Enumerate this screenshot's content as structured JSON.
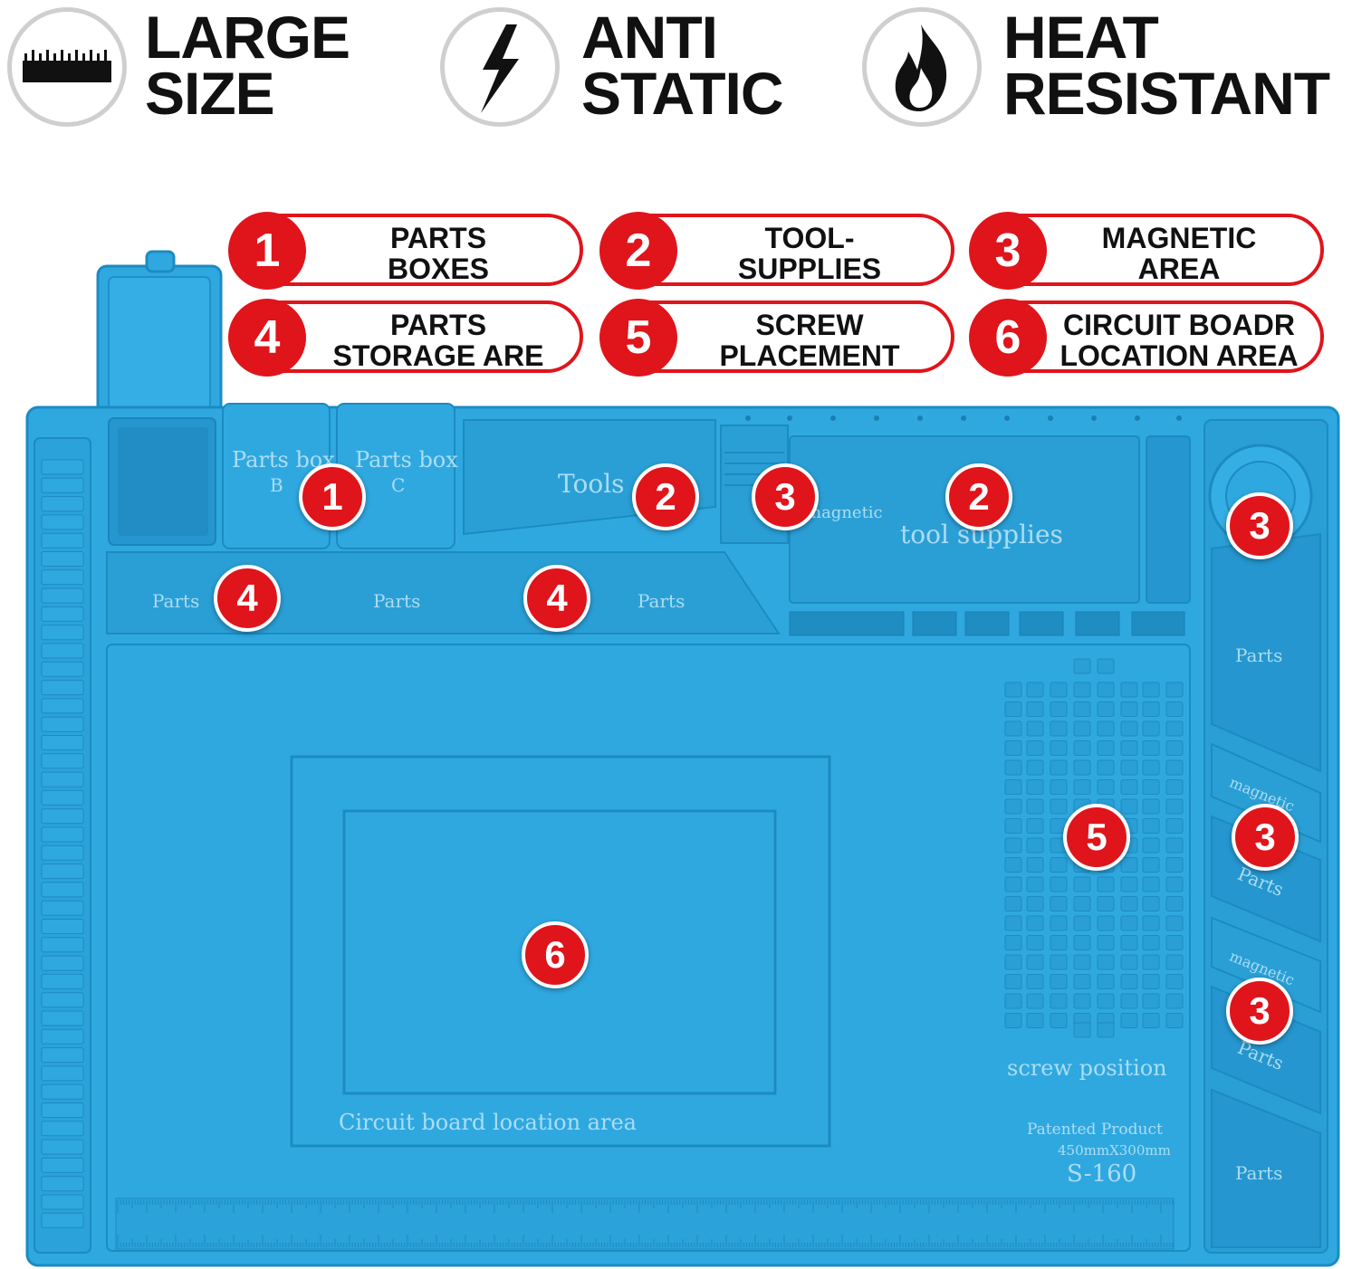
{
  "features": [
    {
      "line1": "LARGE",
      "line2": "SIZE",
      "icon": "ruler-icon"
    },
    {
      "line1": "ANTI",
      "line2": "STATIC",
      "icon": "lightning-icon"
    },
    {
      "line1": "HEAT",
      "line2": "RESISTANT",
      "icon": "flame-icon"
    }
  ],
  "legend": [
    {
      "num": "1",
      "line1": "PARTS",
      "line2": "BOXES"
    },
    {
      "num": "2",
      "line1": "TOOL-",
      "line2": "SUPPLIES"
    },
    {
      "num": "3",
      "line1": "MAGNETIC",
      "line2": "AREA"
    },
    {
      "num": "4",
      "line1": "PARTS",
      "line2": "STORAGE ARE"
    },
    {
      "num": "5",
      "line1": "SCREW",
      "line2": "PLACEMENT"
    },
    {
      "num": "6",
      "line1": "CIRCUIT BOADR",
      "line2": "LOCATION AREA"
    }
  ],
  "mat_labels": {
    "parts_box_b": "Parts box",
    "parts_box_b_letter": "B",
    "parts_box_c": "Parts box",
    "parts_box_c_letter": "C",
    "tools": "Tools",
    "magnetic": "magnetic",
    "tool_supplies": "tool supplies",
    "parts_1": "Parts",
    "parts_2": "Parts",
    "parts_3": "Parts",
    "parts_right_1": "Parts",
    "parts_right_2": "Parts",
    "parts_right_3": "Parts",
    "parts_right_4": "Parts",
    "magnetic_right_1": "magnetic",
    "magnetic_right_2": "magnetic",
    "screw_position": "screw position",
    "circuit_board": "Circuit board location area",
    "patented": "Patented Product",
    "dimensions": "450mmX300mm",
    "model": "S-160"
  },
  "markers": [
    "1",
    "2",
    "3",
    "2",
    "3",
    "4",
    "4",
    "3",
    "3",
    "5",
    "6"
  ],
  "colors": {
    "mat": "#2fa8e0",
    "mat_dark": "#1e8fc8",
    "accent_red": "#e0141b"
  }
}
